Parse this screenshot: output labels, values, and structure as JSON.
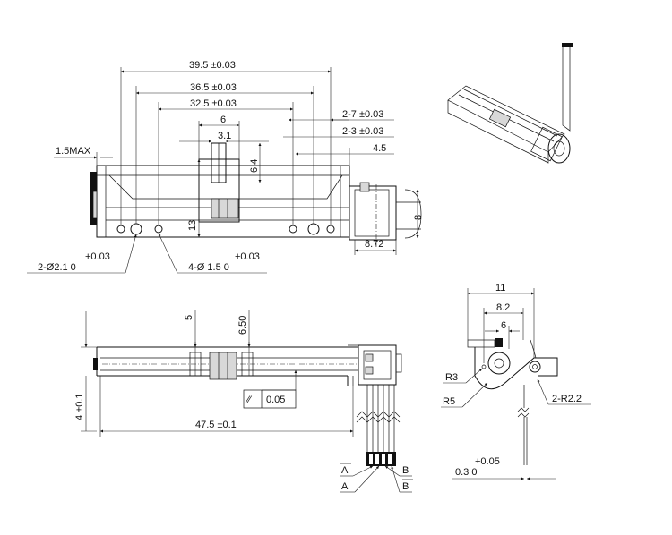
{
  "top_view": {
    "dim_39_5": "39.5 ±0.03",
    "dim_36_5": "36.5 ±0.03",
    "dim_32_5": "32.5 ±0.03",
    "dim_6": "6",
    "dim_3_1": "3.1",
    "dim_6_4": "6.4",
    "dim_1_5max": "1.5MAX",
    "dim_13": "13",
    "dim_2_7": "2-7 ±0.03",
    "dim_2_3": "2-3 ±0.03",
    "dim_4_5": "4.5",
    "dim_8": "8",
    "dim_8_72": "8.72",
    "hole_large_tol": "+0.03",
    "hole_large": "2-Ø2.1   0",
    "hole_small_tol": "+0.03",
    "hole_small": "4-Ø 1.5   0"
  },
  "side_view": {
    "dim_5": "5",
    "dim_6_50": "6.50",
    "flatness_symbol": "⁄⁄",
    "flatness_value": "0.05",
    "dim_4_0_1": "4 ±0.1",
    "dim_47_5": "47.5 ±0.1",
    "pin_a_bar": "A",
    "pin_a": "A",
    "pin_b": "B",
    "pin_b_bar": "B"
  },
  "end_view": {
    "dim_11": "11",
    "dim_8_2": "8.2",
    "dim_6": "6",
    "r3": "R3",
    "r5": "R5",
    "r2_2": "2-R2.2",
    "thick_tol": "+0.05",
    "thick": "0.3   0"
  }
}
